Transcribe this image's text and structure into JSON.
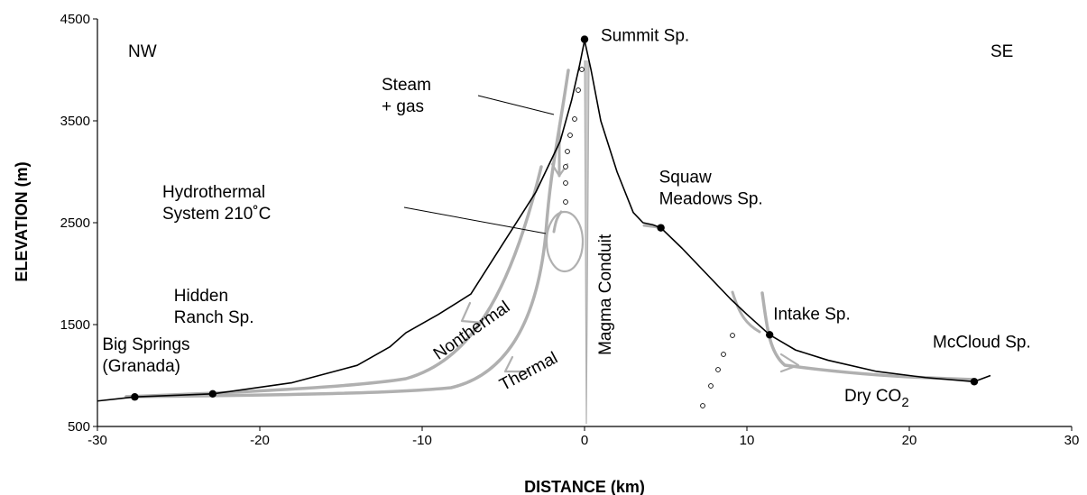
{
  "chart_data": {
    "type": "line",
    "title": "",
    "xlabel": "DISTANCE (km)",
    "ylabel": "ELEVATION (m)",
    "xlim": [
      -30,
      30
    ],
    "ylim": [
      500,
      4500
    ],
    "x_ticks": [
      -30,
      -20,
      -10,
      0,
      10,
      20,
      30
    ],
    "y_ticks": [
      500,
      1500,
      2500,
      3500,
      4500
    ],
    "grid": false,
    "direction_labels": {
      "west": "NW",
      "east": "SE"
    },
    "colors": {
      "profile": "#000000",
      "flow": "#b0b0b0"
    },
    "series": [
      {
        "x": [
          -30,
          -27.7,
          -22.9,
          -18,
          -14,
          -12,
          -11,
          -9,
          -7,
          -5,
          -3,
          -1.5,
          -0.8,
          -0.3,
          0,
          0.4,
          1,
          2,
          3,
          3.6,
          4.2,
          4.7,
          6,
          7.5,
          9,
          10,
          11.4,
          13,
          15,
          18,
          21,
          24,
          25
        ],
        "y": [
          750,
          790,
          820,
          930,
          1100,
          1280,
          1420,
          1600,
          1800,
          2300,
          2800,
          3300,
          3700,
          4050,
          4290,
          4000,
          3500,
          3000,
          2600,
          2500,
          2480,
          2450,
          2250,
          2000,
          1750,
          1600,
          1400,
          1250,
          1150,
          1040,
          980,
          940,
          1000
        ]
      }
    ],
    "springs": [
      {
        "name": "Big Springs\n(Granada)",
        "x": -27.7,
        "y": 790
      },
      {
        "name": "Hidden\nRanch Sp.",
        "x": -22.9,
        "y": 820
      },
      {
        "name": "Summit Sp.",
        "x": 0,
        "y": 4300
      },
      {
        "name": "Squaw\nMeadows Sp.",
        "x": 4.7,
        "y": 2450
      },
      {
        "name": "Intake Sp.",
        "x": 11.4,
        "y": 1400
      },
      {
        "name": "McCloud Sp.",
        "x": 24,
        "y": 940
      }
    ],
    "annotations": [
      {
        "text": "Steam\n+ gas",
        "x": -12.5,
        "y": 3800
      },
      {
        "text": "Hydrothermal\nSystem 210˚C",
        "x": -26,
        "y": 2750
      },
      {
        "text": "Nonthermal",
        "x": -9,
        "y": 1150,
        "rotate": -35
      },
      {
        "text": "Thermal",
        "x": -5,
        "y": 850,
        "rotate": -28
      },
      {
        "text": "Magma Conduit",
        "x": 1.6,
        "y": 1200,
        "rotate": -90
      },
      {
        "text": "Dry CO",
        "sub": "2",
        "x": 16,
        "y": 750
      }
    ]
  }
}
